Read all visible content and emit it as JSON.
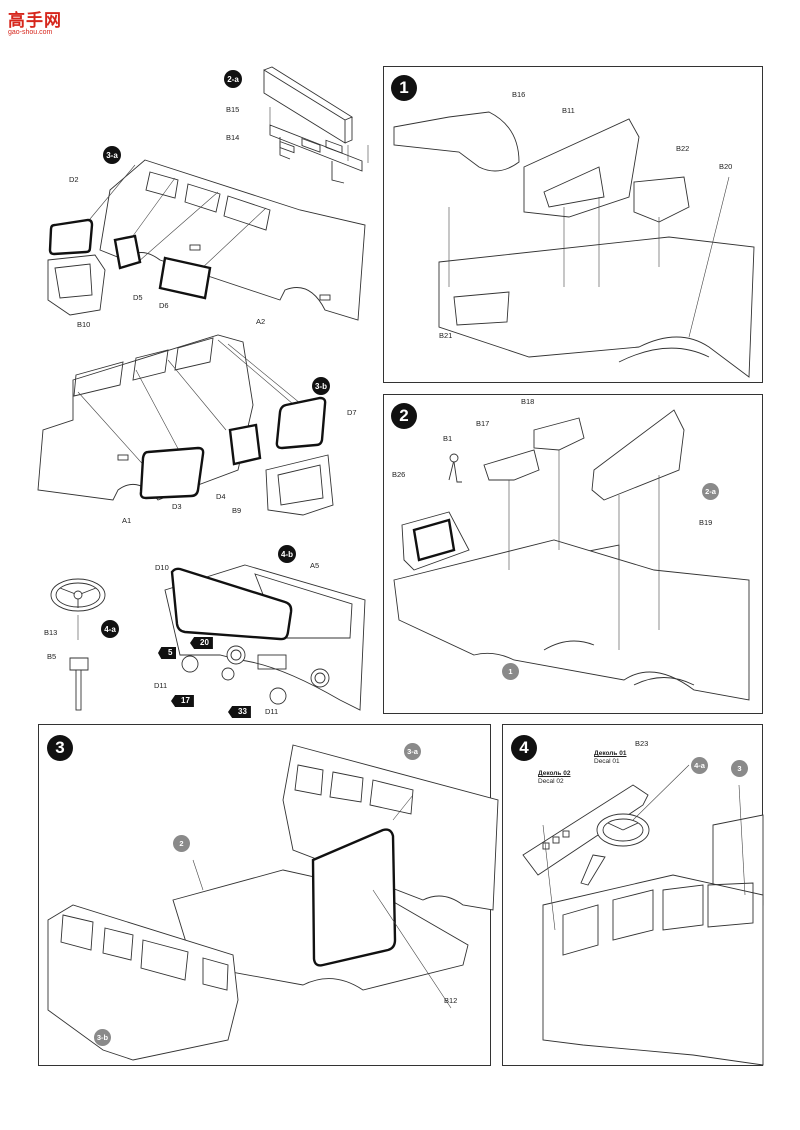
{
  "watermark": {
    "logo_text": "高手网",
    "url": "gao-shou.com"
  },
  "steps": {
    "s1": {
      "number": "1",
      "parts": {
        "b16": "B16",
        "b11": "B11",
        "b22": "B22",
        "b20": "B20",
        "b21": "B21"
      }
    },
    "s2": {
      "number": "2",
      "parts": {
        "b18": "B18",
        "b17": "B17",
        "b1": "B1",
        "b26": "B26",
        "b19": "B19"
      },
      "refs": {
        "r2a": "2-a",
        "r1": "1"
      }
    },
    "s2a": {
      "number": "2-a",
      "parts": {
        "b15": "B15",
        "b14": "B14"
      }
    },
    "s3a": {
      "number": "3-a",
      "parts": {
        "d2": "D2",
        "b10": "B10",
        "d5": "D5",
        "d6": "D6",
        "a2": "A2"
      }
    },
    "s3b": {
      "number": "3-b",
      "parts": {
        "d7": "D7",
        "a1": "A1",
        "d3": "D3",
        "d4": "D4",
        "b9": "B9"
      }
    },
    "s4a": {
      "number": "4-a",
      "parts": {
        "b13": "B13",
        "b5": "B5"
      }
    },
    "s4b": {
      "number": "4-b",
      "parts": {
        "d10": "D10",
        "a5": "A5",
        "d11a": "D11",
        "d11b": "D11"
      },
      "paints": {
        "p20": "20",
        "p5": "5",
        "p17": "17",
        "p33": "33"
      }
    },
    "s3": {
      "number": "3",
      "parts": {
        "b12": "B12"
      },
      "refs": {
        "r3a": "3-a",
        "r2": "2",
        "r3b": "3-b"
      }
    },
    "s4": {
      "number": "4",
      "parts": {
        "b23": "B23"
      },
      "refs": {
        "r4a": "4-a",
        "r3": "3"
      },
      "decals": {
        "decal01_title": "Деколь 01",
        "decal01_sub": "Decal 01",
        "decal02_title": "Деколь 02",
        "decal02_sub": "Decal 02"
      }
    }
  }
}
